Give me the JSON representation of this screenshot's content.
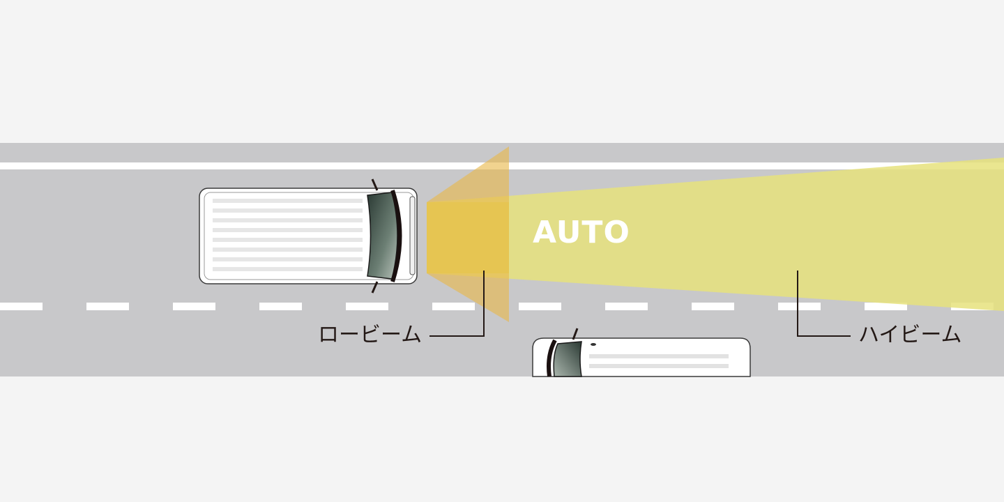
{
  "mode_label": "AUTO",
  "low_beam_label": "ロービーム",
  "high_beam_label": "ハイビーム",
  "colors": {
    "background": "#f4f4f4",
    "road": "#c8c8ca",
    "lane_marking": "#ffffff",
    "low_beam": "#e8c24a",
    "high_beam": "#e4e07a",
    "leader_line": "#231815"
  }
}
